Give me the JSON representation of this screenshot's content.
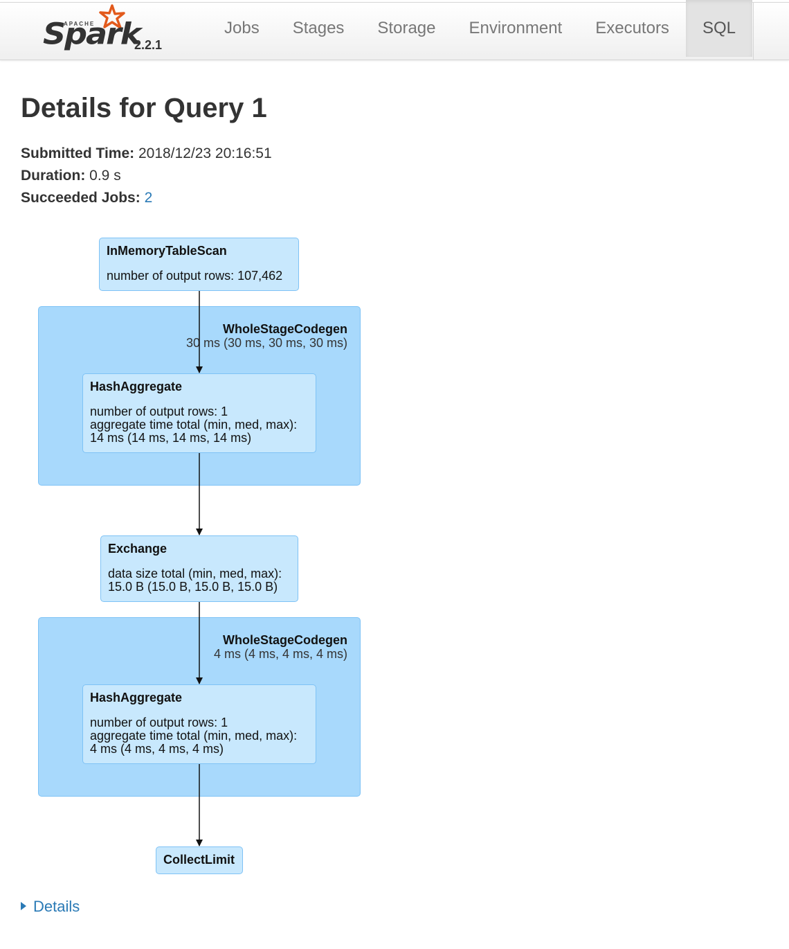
{
  "app": {
    "brand": {
      "apache": "APACHE",
      "name": "Spark",
      "version": "2.2.1",
      "accent": "#e25a1c"
    },
    "tabs": [
      {
        "label": "Jobs",
        "active": false
      },
      {
        "label": "Stages",
        "active": false
      },
      {
        "label": "Storage",
        "active": false
      },
      {
        "label": "Environment",
        "active": false
      },
      {
        "label": "Executors",
        "active": false
      },
      {
        "label": "SQL",
        "active": true
      }
    ]
  },
  "page": {
    "title": "Details for Query 1",
    "summary": {
      "submitted_label": "Submitted Time:",
      "submitted_value": "2018/12/23 20:16:51",
      "duration_label": "Duration:",
      "duration_value": "0.9 s",
      "jobs_label": "Succeeded Jobs:",
      "jobs_value": "2"
    }
  },
  "plan": {
    "nodes": {
      "scan": {
        "title": "InMemoryTableScan",
        "metrics": [
          "number of output rows: 107,462"
        ]
      },
      "agg1": {
        "title": "HashAggregate",
        "metrics": [
          "number of output rows: 1",
          "aggregate time total (min, med, max):",
          "14 ms (14 ms, 14 ms, 14 ms)"
        ]
      },
      "exchange": {
        "title": "Exchange",
        "metrics": [
          "data size total (min, med, max):",
          "15.0 B (15.0 B, 15.0 B, 15.0 B)"
        ]
      },
      "agg2": {
        "title": "HashAggregate",
        "metrics": [
          "number of output rows: 1",
          "aggregate time total (min, med, max):",
          "4 ms (4 ms, 4 ms, 4 ms)"
        ]
      },
      "limit": {
        "title": "CollectLimit"
      }
    },
    "clusters": {
      "wsc1": {
        "name": "WholeStageCodegen",
        "time": "30 ms (30 ms, 30 ms, 30 ms)"
      },
      "wsc2": {
        "name": "WholeStageCodegen",
        "time": "4 ms (4 ms, 4 ms, 4 ms)"
      }
    }
  },
  "details_toggle": {
    "label": "Details"
  },
  "colors": {
    "link": "#2a7ab6",
    "cluster_fill": "#a8d9fc",
    "node_fill": "#c8e8fd",
    "border": "#7ec2f5"
  }
}
